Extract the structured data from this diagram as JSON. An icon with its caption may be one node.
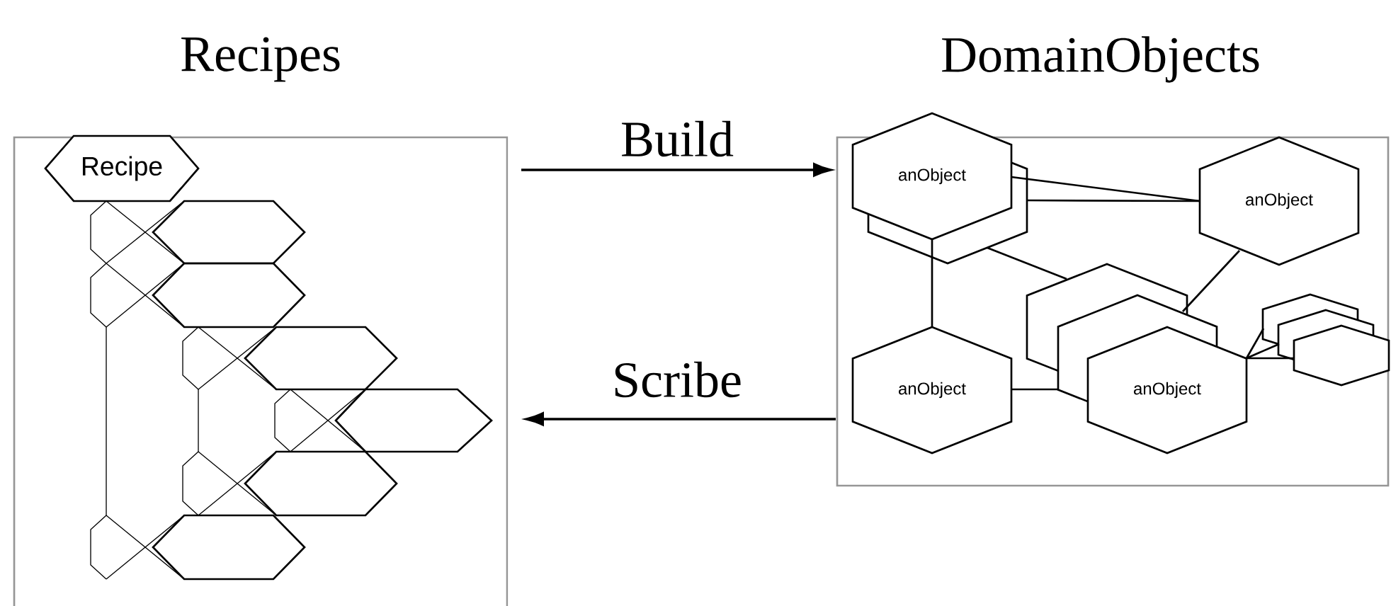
{
  "diagram": {
    "nodes": [
      {
        "text": [
          "Recipes"
        ]
      },
      {
        "text": [
          "Recipe"
        ],
        "in": 0
      },
      {
        "text": [
          "DomainObjects"
        ]
      },
      {
        "text": [
          "anObject"
        ],
        "in": 2
      },
      {
        "text": [
          "anObject"
        ],
        "in": 2
      },
      {
        "text": [
          "anObject"
        ],
        "in": 2
      },
      {
        "text": [
          "anObject"
        ],
        "in": 2
      },
      {
        "text": [],
        "shape": "hexagon",
        "in": 2
      }
    ],
    "edges": [
      {
        "from": 0,
        "to": 2,
        "arrow": "to",
        "label": "Build"
      },
      {
        "from": 2,
        "to": 0,
        "arrow": "to",
        "label": "Scribe"
      },
      {
        "from": 3,
        "to": 4,
        "arrow": "none"
      },
      {
        "from": 3,
        "to": 4,
        "arrow": "none"
      },
      {
        "from": 3,
        "to": 5,
        "arrow": "none"
      },
      {
        "from": 3,
        "to": 6,
        "arrow": "none"
      },
      {
        "from": 4,
        "to": 6,
        "arrow": "none"
      },
      {
        "from": 5,
        "to": 6,
        "arrow": "none"
      },
      {
        "from": 6,
        "to": 7,
        "arrow": "none"
      },
      {
        "from": 6,
        "to": 7,
        "arrow": "none"
      },
      {
        "from": 6,
        "to": 7,
        "arrow": "none"
      }
    ]
  }
}
